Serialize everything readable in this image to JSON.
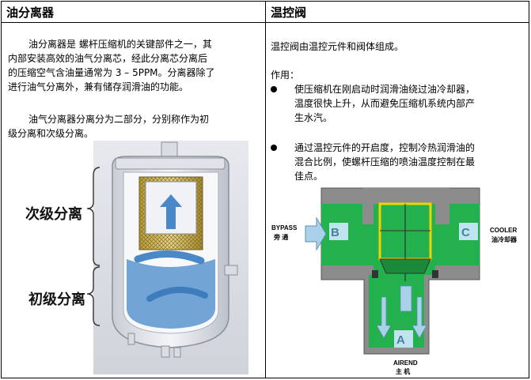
{
  "left": {
    "title": "油分离器",
    "para1": [
      "油分离器是 螺杆压缩机的关键部件之一，其",
      "内部安装高效的油气分离芯，经此分离芯分离后",
      "的压缩空气含油量通常为 3 – 5PPM。分离器除了",
      "进行油气分离外，兼有储存润滑油的功能。"
    ],
    "para2": [
      "油气分离器分离分为二部分，分别称作为初",
      "级分离和次级分离。"
    ],
    "figure": {
      "label_secondary": "次级分离",
      "label_primary": "初级分离"
    }
  },
  "right": {
    "title": "温控阀",
    "intro": "温控阀由温控元件和阀体组成。",
    "usage_label": "作用：",
    "bullets": [
      {
        "lines": [
          "使压缩机在刚启动时润滑油绕过油冷却器，",
          "温度很快上升，从而避免压缩机系统内部产",
          "生水汽。"
        ]
      },
      {
        "lines": [
          "通过温控元件的开启度，控制冷热润滑油的",
          "混合比例，使螺杆压缩的喷油温度控制在最",
          "佳点。"
        ]
      }
    ],
    "diagram": {
      "bypass_en": "BYPASS",
      "bypass_cn": "旁  通",
      "cooler_en": "COOLER",
      "cooler_cn": "油冷却器",
      "airend_en": "AIREND",
      "airend_cn": "主   机",
      "port_b": "B",
      "port_c": "C",
      "port_a": "A"
    }
  },
  "colors": {
    "valve_green": "#22b14c",
    "valve_gray": "#8c8c8c",
    "port_box": "#bfe3ef",
    "arrow_blue": "#a9d2ea",
    "thermo_yellow": "#f2d200",
    "separator_blue": "#4a88c8"
  }
}
